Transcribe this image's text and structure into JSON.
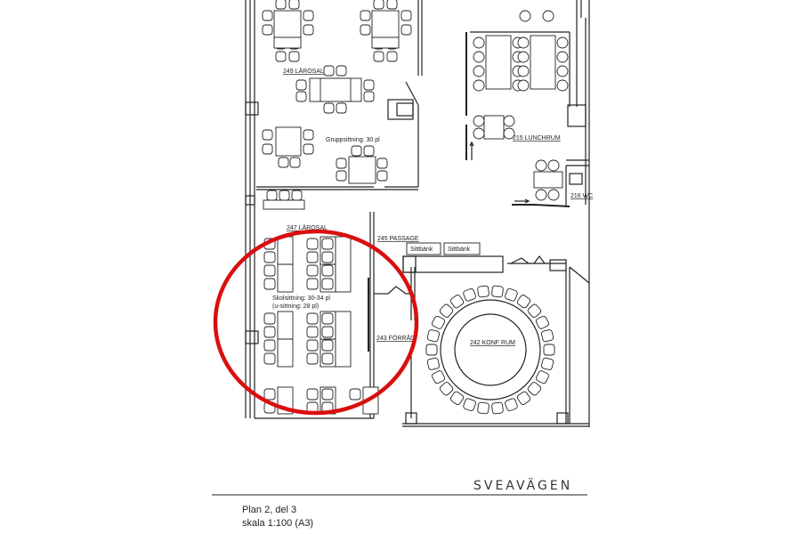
{
  "plan": {
    "rooms": {
      "r249": "249 LÄROSAL",
      "r249_seating": "Gruppsittning: 30 pl",
      "r247": "247 LÄROSAL",
      "r247_seating_1": "Skolsittning: 30-34 pl",
      "r247_seating_2": "(u-sittning: 28 pl)",
      "r245": "245 PASSAGE",
      "r243": "243 FÖRRÅD",
      "r242": "242 KONF RUM",
      "r215": "215 LUNCHRUM",
      "r216": "216 WC"
    },
    "benches": [
      "Sittbänk",
      "Sittbänk"
    ],
    "street": "SVEAVÄGEN",
    "footer": {
      "line1": "Plan 2, del 3",
      "line2": "skala 1:100 (A3)"
    },
    "highlight_color": "#d90f0f"
  }
}
